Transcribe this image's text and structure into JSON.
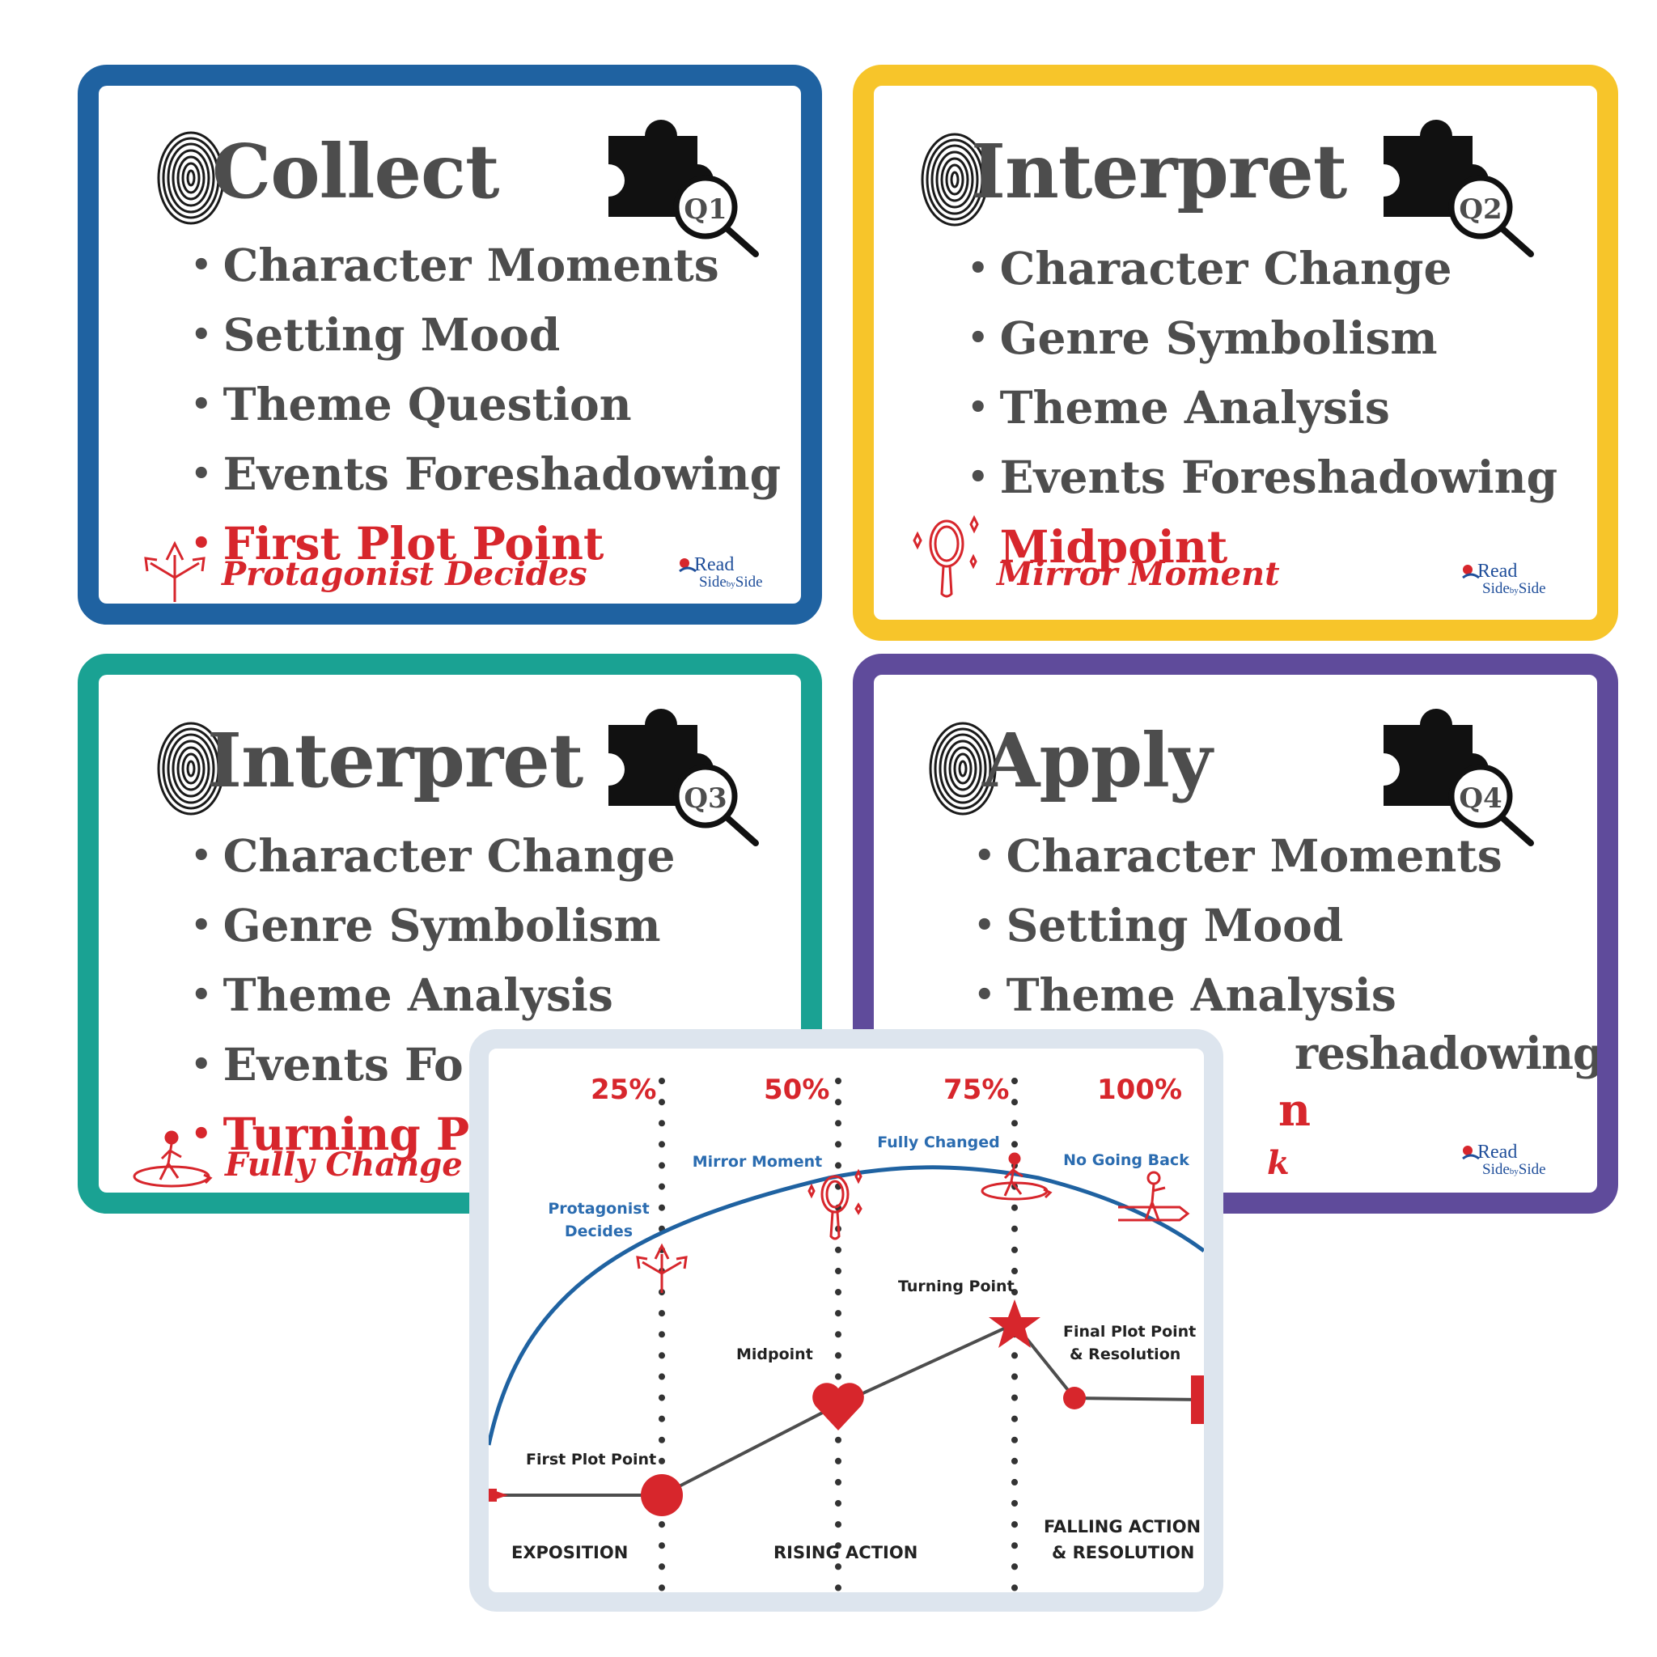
{
  "cards": [
    {
      "title": "Collect",
      "quadrant": "Q1",
      "items": [
        "Character Moments",
        "Setting Mood",
        "Theme Question",
        "Events Foreshadowing"
      ],
      "highlight": "First Plot Point",
      "subtitle": "Protagonist Decides",
      "icons": [
        "fingerprint-icon",
        "puzzle-piece-icon",
        "magnifier-icon",
        "crossroads-arrows-icon"
      ],
      "border_color": "#1f62a1"
    },
    {
      "title": "Interpret",
      "quadrant": "Q2",
      "items": [
        "Character Change",
        "Genre Symbolism",
        "Theme Analysis",
        "Events Foreshadowing"
      ],
      "highlight": "Midpoint",
      "subtitle": "Mirror Moment",
      "icons": [
        "fingerprint-icon",
        "puzzle-piece-icon",
        "magnifier-icon",
        "hand-mirror-icon"
      ],
      "border_color": "#f7c52a"
    },
    {
      "title": "Interpret",
      "quadrant": "Q3",
      "items": [
        "Character Change",
        "Genre Symbolism",
        "Theme Analysis",
        "Events Fo"
      ],
      "highlight": "Turning Po",
      "subtitle": "Fully Change",
      "icons": [
        "fingerprint-icon",
        "puzzle-piece-icon",
        "magnifier-icon",
        "person-turning-icon"
      ],
      "border_color": "#1aa293"
    },
    {
      "title": "Apply",
      "quadrant": "Q4",
      "items": [
        "Character Moments",
        "Setting Mood",
        "Theme Analysis",
        "reshadowing"
      ],
      "highlight": "n",
      "subtitle": "k",
      "icons": [
        "fingerprint-icon",
        "puzzle-piece-icon",
        "magnifier-icon"
      ],
      "border_color": "#5f4b9b"
    }
  ],
  "logo": {
    "line1": "Read",
    "line2a": "Side",
    "line2b": "by",
    "line2c": "Side"
  },
  "arc_diagram": {
    "percent_labels": [
      "25%",
      "50%",
      "75%",
      "100%"
    ],
    "arc_labels": {
      "protagonist_decides_line1": "Protagonist",
      "protagonist_decides_line2": "Decides",
      "mirror_moment": "Mirror Moment",
      "fully_changed": "Fully Changed",
      "no_going_back": "No Going Back"
    },
    "plot_labels": {
      "first_plot_point": "First Plot Point",
      "midpoint": "Midpoint",
      "turning_point": "Turning Point",
      "final_plot_point_line1": "Final Plot Point",
      "final_plot_point_line2": "& Resolution"
    },
    "sections": {
      "exposition": "EXPOSITION",
      "rising_action": "RISING ACTION",
      "falling_action_line1": "FALLING ACTION",
      "falling_action_line2": "& RESOLUTION"
    },
    "colors": {
      "accent_red": "#d7262c",
      "arc_blue": "#1f62a1",
      "line_gray": "#4d4d4d",
      "label_blue": "#2b6cb0"
    }
  }
}
